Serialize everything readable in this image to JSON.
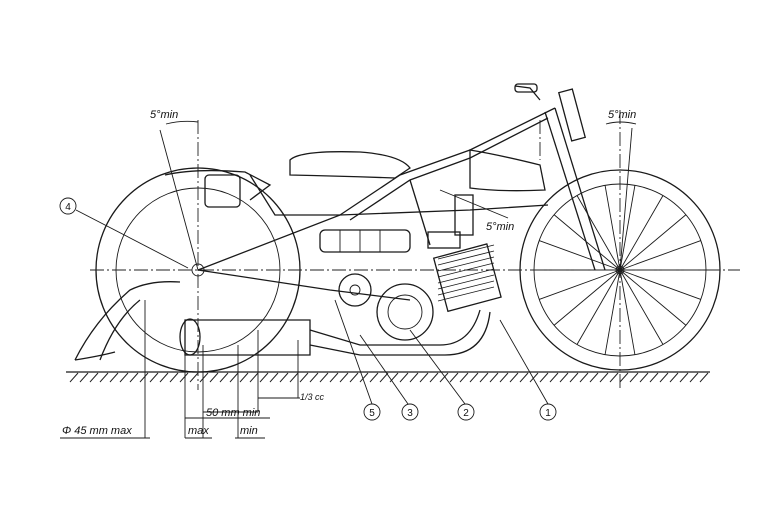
{
  "angles": {
    "rear": "5°min",
    "front": "5°min",
    "head": "5°min"
  },
  "dimensions": {
    "diameter": "Φ 45 mm max",
    "length_max": "max",
    "length_50": "50 mm min",
    "length_min": "min",
    "cc": "1/3 cc"
  },
  "callouts": [
    "1",
    "2",
    "3",
    "4",
    "5"
  ]
}
